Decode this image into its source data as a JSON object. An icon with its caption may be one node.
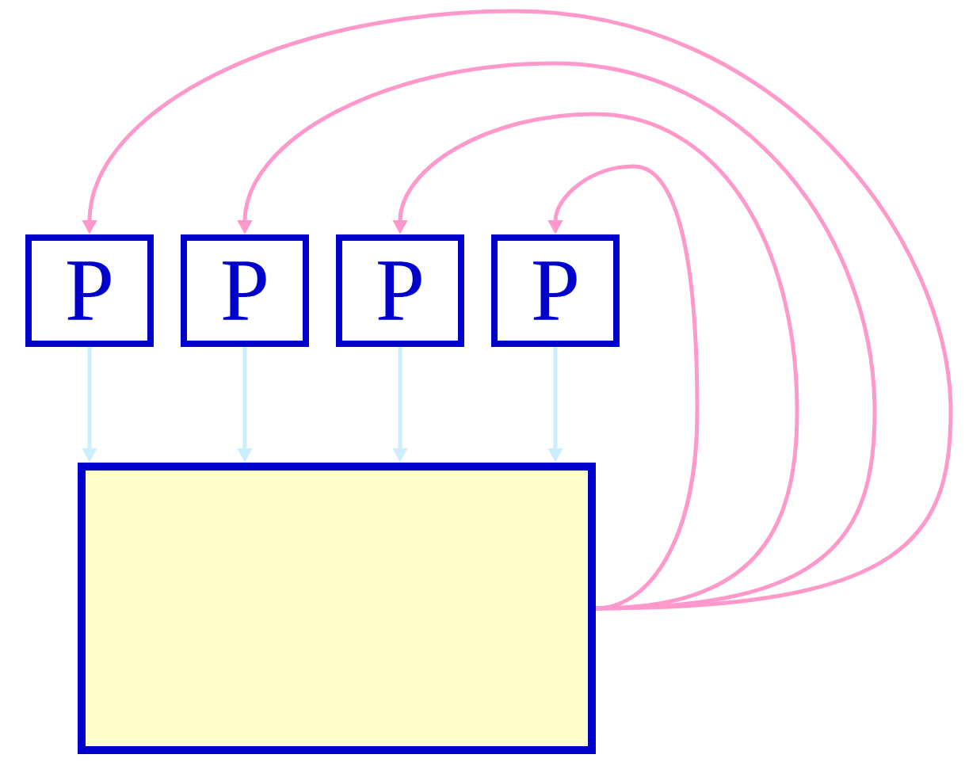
{
  "diagram": {
    "nodes": [
      {
        "text": [
          "P"
        ]
      },
      {
        "text": [
          "P"
        ]
      },
      {
        "text": [
          "P"
        ]
      },
      {
        "text": [
          "P"
        ]
      },
      {
        "text": [],
        "shape": "box"
      }
    ],
    "edges": [
      {
        "from": 0,
        "to": 4,
        "arrow": "to",
        "color": "#cceeff"
      },
      {
        "from": 1,
        "to": 4,
        "arrow": "to",
        "color": "#cceeff"
      },
      {
        "from": 2,
        "to": 4,
        "arrow": "to",
        "color": "#cceeff"
      },
      {
        "from": 3,
        "to": 4,
        "arrow": "to",
        "color": "#cceeff"
      },
      {
        "from": 4,
        "to": 0,
        "arrow": "to",
        "color": "#ff99cc"
      },
      {
        "from": 4,
        "to": 1,
        "arrow": "to",
        "color": "#ff99cc"
      },
      {
        "from": 4,
        "to": 2,
        "arrow": "to",
        "color": "#ff99cc"
      },
      {
        "from": 4,
        "to": 3,
        "arrow": "to",
        "color": "#ff99cc"
      }
    ]
  }
}
